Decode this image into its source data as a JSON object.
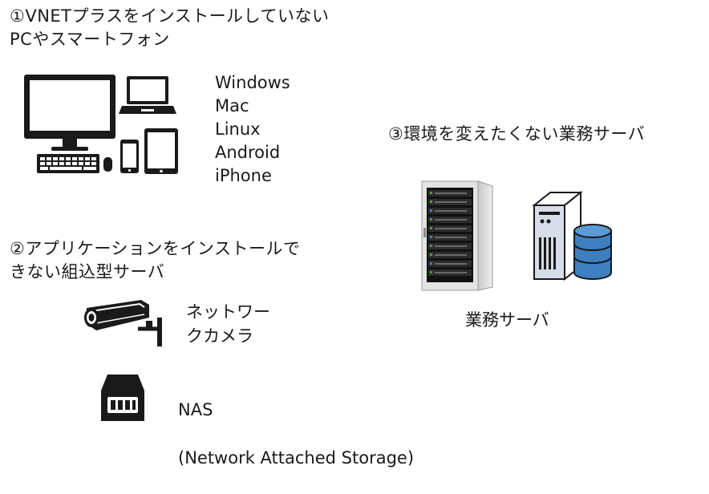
{
  "section1": {
    "title": "①VNETプラスをインストールしていない\nPCやスマートフォン",
    "os_list": [
      "Windows",
      "Mac",
      "Linux",
      "Android",
      "iPhone"
    ]
  },
  "section2": {
    "title": "②アプリケーションをインストールで\nきない組込型サーバ",
    "camera_label": "ネットワー\nクカメラ",
    "nas_label_line1": "NAS",
    "nas_label_line2": "(Network Attached Storage)"
  },
  "section3": {
    "title": "③環境を変えたくない業務サーバ",
    "server_label": "業務サーバ"
  },
  "colors": {
    "ink": "#1a1a1a",
    "rack_light": "#dcdcdc",
    "tower_body": "#d6dce8",
    "db_blue": "#3d7fc1"
  }
}
